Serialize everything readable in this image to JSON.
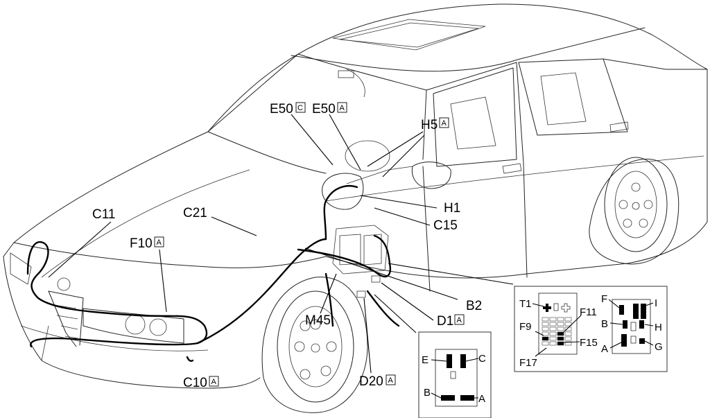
{
  "diagram": {
    "callouts": [
      {
        "id": "e50c",
        "text": "E50",
        "tag": "C"
      },
      {
        "id": "e50a",
        "text": "E50",
        "tag": "A"
      },
      {
        "id": "h5a",
        "text": "H5",
        "tag": "A"
      },
      {
        "id": "h1",
        "text": "H1",
        "tag": ""
      },
      {
        "id": "c15",
        "text": "C15",
        "tag": ""
      },
      {
        "id": "c11",
        "text": "C11",
        "tag": ""
      },
      {
        "id": "c21",
        "text": "C21",
        "tag": ""
      },
      {
        "id": "f10a",
        "text": "F10",
        "tag": "A"
      },
      {
        "id": "b2",
        "text": "B2",
        "tag": ""
      },
      {
        "id": "d1a",
        "text": "D1",
        "tag": "A"
      },
      {
        "id": "m45",
        "text": "M45",
        "tag": ""
      },
      {
        "id": "d20a",
        "text": "D20",
        "tag": "A"
      },
      {
        "id": "c10a",
        "text": "C10",
        "tag": "A"
      }
    ],
    "connector_inset_d20": {
      "pins": [
        "E",
        "C",
        "B",
        "A"
      ]
    },
    "fusebox_inset": {
      "fuse_labels": [
        "T1",
        "F11",
        "F9",
        "F15",
        "F17"
      ],
      "relay_pins": [
        "F",
        "I",
        "B",
        "H",
        "A",
        "G"
      ]
    }
  }
}
